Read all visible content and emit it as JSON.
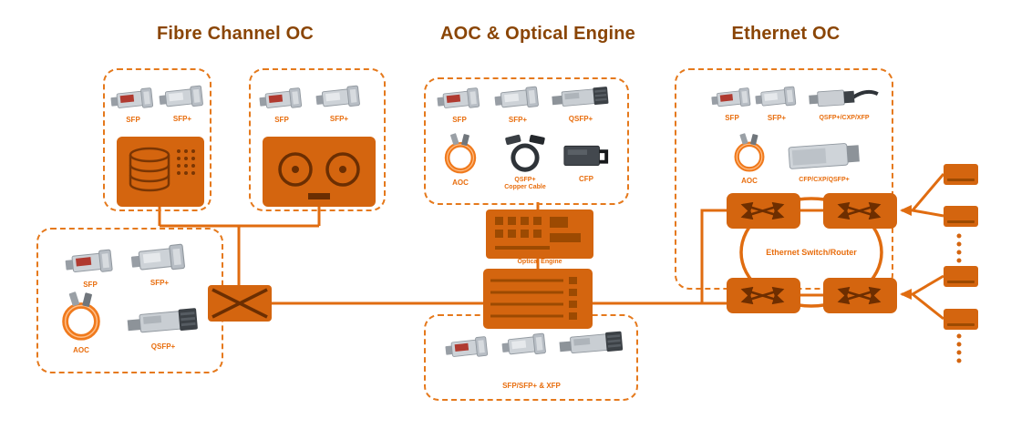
{
  "titles": {
    "fibre_channel": "Fibre Channel OC",
    "aoc_optical": "AOC & Optical Engine",
    "ethernet": "Ethernet OC"
  },
  "fibre_channel": {
    "storage_group": {
      "sfp": "SFP",
      "sfp_plus": "SFP+"
    },
    "tape_group": {
      "sfp": "SFP",
      "sfp_plus": "SFP+"
    },
    "switch_group": {
      "sfp": "SFP",
      "sfp_plus": "SFP+",
      "aoc": "AOC",
      "qsfp_plus": "QSFP+"
    }
  },
  "aoc_optical": {
    "modules": {
      "sfp": "SFP",
      "sfp_plus": "SFP+",
      "qsfp_plus": "QSFP+",
      "aoc": "AOC",
      "copper": "QSFP+\nCopper Cable",
      "cfp": "CFP"
    },
    "engine_label": "Optical Engine",
    "bottom_label": "SFP/SFP+ & XFP"
  },
  "ethernet": {
    "modules": {
      "sfp": "SFP",
      "sfp_plus": "SFP+",
      "qsfp_cxp_xfp": "QSFP+/CXP/XFP",
      "aoc": "AOC",
      "cfp_cxp_qsfp": "CFP/CXP/QSFP+"
    },
    "switch_label": "Ethernet Switch/Router"
  },
  "colors": {
    "accent_orange": "#e06c10",
    "device_orange": "#d4650f",
    "dashed_orange": "#e5791c",
    "title_brown": "#8a4505"
  }
}
